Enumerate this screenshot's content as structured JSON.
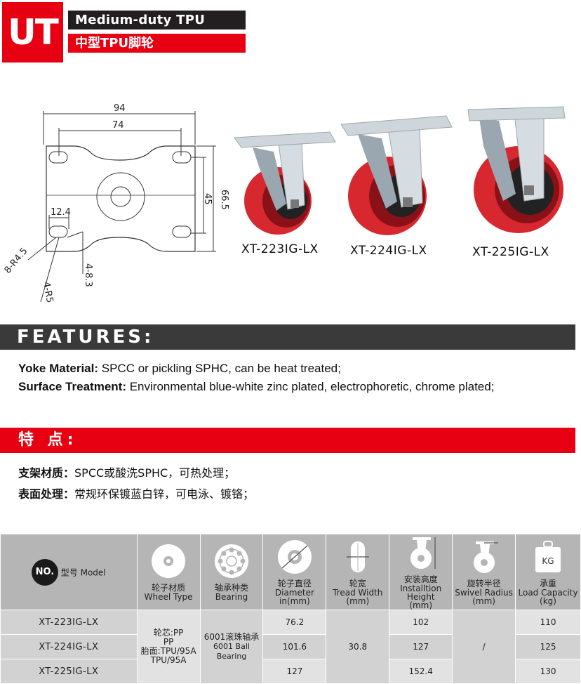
{
  "header": {
    "badge": "UT",
    "title_en": "Medium-duty TPU Casters",
    "title_cn": "中型TPU脚轮"
  },
  "drawing": {
    "dim_94": "94",
    "dim_74": "74",
    "dim_66_5": "66.5",
    "dim_45": "45",
    "dim_12_4": "12.4",
    "dim_8_r4_5": "8-R4.5",
    "dim_4_8_3": "4-8.3",
    "dim_4_r5": "4-R5"
  },
  "products": [
    {
      "model": "XT-223IG-LX"
    },
    {
      "model": "XT-224IG-LX"
    },
    {
      "model": "XT-225IG-LX"
    }
  ],
  "features": {
    "heading": "FEATURES:",
    "yoke_label": "Yoke Material:",
    "yoke_value": " SPCC or pickling SPHC, can be heat treated;",
    "surface_label": "Surface Treatment:",
    "surface_value": " Environmental blue-white zinc plated, electrophoretic, chrome plated;"
  },
  "features_cn": {
    "heading": "特 点:",
    "yoke_label": "支架材质：",
    "yoke_value": "SPCC或酸洗SPHC，可热处理；",
    "surface_label": "表面处理：",
    "surface_value": "常规环保镀蓝白锌，可电泳、镀铬；"
  },
  "table": {
    "no_badge": "NO.",
    "model_header": "型号 Model",
    "columns": [
      {
        "cn": "轮子材质",
        "en": "Wheel Type",
        "icon": "wheel-face-icon"
      },
      {
        "cn": "轴承种类",
        "en": "Bearing",
        "icon": "ball-bearing-icon"
      },
      {
        "cn": "轮子直径",
        "en": "Diameter",
        "unit": "in(mm)",
        "icon": "diameter-icon"
      },
      {
        "cn": "轮宽",
        "en": "Tread Width",
        "unit": "(mm)",
        "icon": "tread-width-icon"
      },
      {
        "cn": "安装高度",
        "en": "Installtion Height",
        "unit": "(mm)",
        "icon": "installation-height-icon"
      },
      {
        "cn": "旋转半径",
        "en": "Swivel Radius",
        "unit": "(mm)",
        "icon": "swivel-radius-icon"
      },
      {
        "cn": "承重",
        "en": "Load Capacity",
        "unit": "(kg)",
        "icon": "kg-weight-icon",
        "icon_text": "KG"
      }
    ],
    "wheel_type_lines": [
      "轮芯:PP",
      "PP",
      "胎面:TPU/95A",
      "TPU/95A"
    ],
    "bearing_cn": "6001滚珠轴承",
    "bearing_en": "6001 Ball Bearing",
    "tread_width": "30.8",
    "swivel_radius": "/",
    "rows": [
      {
        "model": "XT-223IG-LX",
        "diameter": "76.2",
        "height": "102",
        "load": "110"
      },
      {
        "model": "XT-224IG-LX",
        "diameter": "101.6",
        "height": "127",
        "load": "125"
      },
      {
        "model": "XT-225IG-LX",
        "diameter": "127",
        "height": "152.4",
        "load": "130"
      }
    ]
  }
}
